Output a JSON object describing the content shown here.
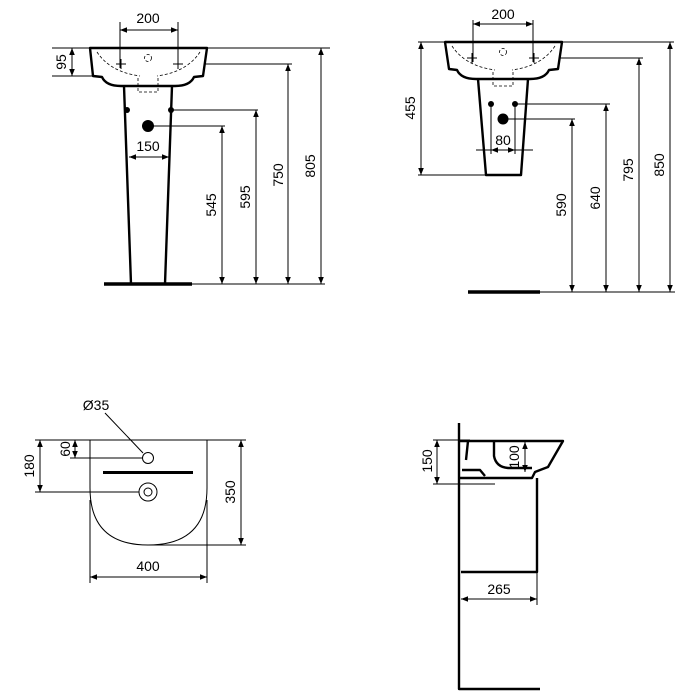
{
  "front_view": {
    "tap_spacing": "200",
    "basin_depth": "95",
    "pedestal_width": "150",
    "waste_height": "545",
    "supply_height": "595",
    "rim_inner_height": "750",
    "total_height": "805"
  },
  "semi_pedestal_view": {
    "tap_spacing": "200",
    "pedestal_height": "455",
    "supply_spacing": "80",
    "waste_height": "590",
    "supply_height": "640",
    "rim_inner_height": "795",
    "total_height": "850"
  },
  "plan_view": {
    "tap_hole_diameter": "Ø35",
    "tap_hole_offset": "60",
    "waste_offset": "180",
    "depth": "350",
    "width": "400"
  },
  "side_view": {
    "basin_height": "150",
    "bowl_depth": "100",
    "projection": "265"
  }
}
